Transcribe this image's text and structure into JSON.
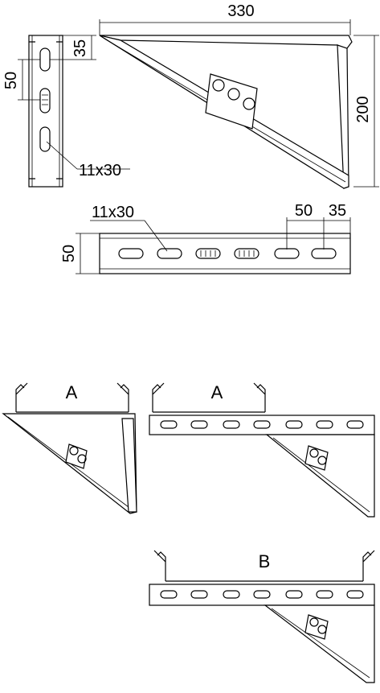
{
  "drawing": {
    "top_views": {
      "side_profile": {
        "dim_edge_offset": "35",
        "dim_slot_spacing": "50",
        "slot_size": "11x30"
      },
      "bracket": {
        "dim_width": "330",
        "dim_height": "200"
      },
      "rail": {
        "slot_size": "11x30",
        "dim_slot_spacing": "50",
        "dim_edge_offset": "35"
      }
    },
    "installation_views": {
      "view1_label": "A",
      "view2_label": "A",
      "view3_label": "B"
    }
  }
}
